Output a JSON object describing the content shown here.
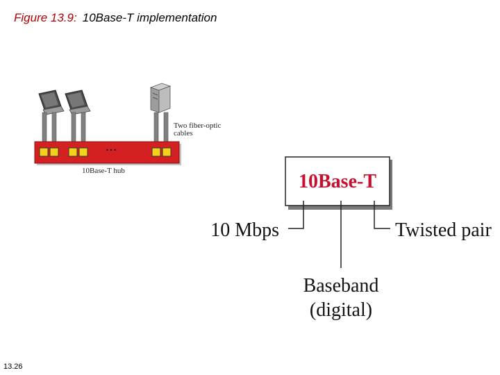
{
  "header": {
    "figure_label": "Figure 13.9:",
    "figure_title": "10Base-T  implementation"
  },
  "diagram": {
    "cable_label_line1": "Two fiber-optic",
    "cable_label_line2": "cables",
    "hub_label": "10Base-T  hub",
    "hub_dots": "• • •",
    "standard_name": "10Base-T",
    "speed": "10 Mbps",
    "medium": "Twisted pair",
    "signal_line1": "Baseband",
    "signal_line2": "(digital)"
  },
  "colors": {
    "title_label": "#b00000",
    "hub_body": "#d42020",
    "port": "#f2d21a",
    "cable": "#808080",
    "standard_text": "#c8102e"
  },
  "footer": {
    "page_number": "13.26"
  }
}
